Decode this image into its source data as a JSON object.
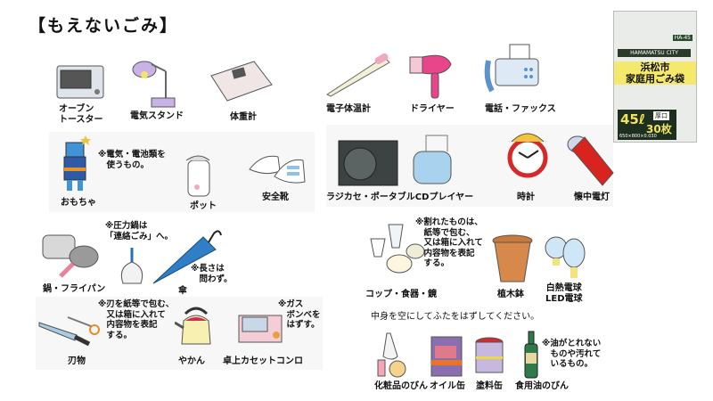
{
  "title": "【もえないごみ】",
  "bag": {
    "code": "HA-45",
    "city": "HAMAMATSU CITY",
    "name_line1": "浜松市",
    "name_line2": "家庭用ごみ袋",
    "volume": "45ℓ",
    "count": "30枚",
    "thickness": "厚口",
    "dimensions": "650×800×0.030"
  },
  "items": {
    "toaster": "オーブン\nトースター",
    "desk_lamp": "電気スタンド",
    "scale": "体重計",
    "thermometer": "電子体温計",
    "dryer": "ドライヤー",
    "phone_fax": "電話・ファックス",
    "toy": "おもちゃ",
    "pot": "ポット",
    "safety_shoes": "安全靴",
    "radio_cd": "ラジカセ・ポータブルCDプレイヤー",
    "clock": "時計",
    "flashlight": "懐中電灯",
    "pan": "鍋・フライパン",
    "umbrella": "傘",
    "blades": "刃物",
    "kettle": "やかん",
    "gas_stove": "卓上カセットコンロ",
    "glassware": "コップ・食器・鏡",
    "flower_pot": "植木鉢",
    "bulbs": "白熱電球\nLED電球",
    "cosmetic_bottle": "化粧品のびん",
    "oil_can": "オイル缶",
    "paint_can": "塗料缶",
    "oil_bottle": "食用油のびん"
  },
  "notes": {
    "toy": "※電気・電池類を\n　使うもの。",
    "pressure_cooker": "※圧力鍋は\n「連絡ごみ」へ。",
    "umbrella": "※長さは\n　問わず。",
    "blades": "※刃を紙等で包む、\n　又は箱に入れて\n　内容物を表記\n　する。",
    "gas": "※ガス\n　ボンベを\n　はずす。",
    "broken": "※割れたものは、\n　紙等で包む、\n　又は箱に入れて\n　内容物を表記\n　する。",
    "containers": "中身を空にしてふたをはずしてください。",
    "oil": "※油がとれない\n　ものや汚れて\n　いるもの。"
  }
}
